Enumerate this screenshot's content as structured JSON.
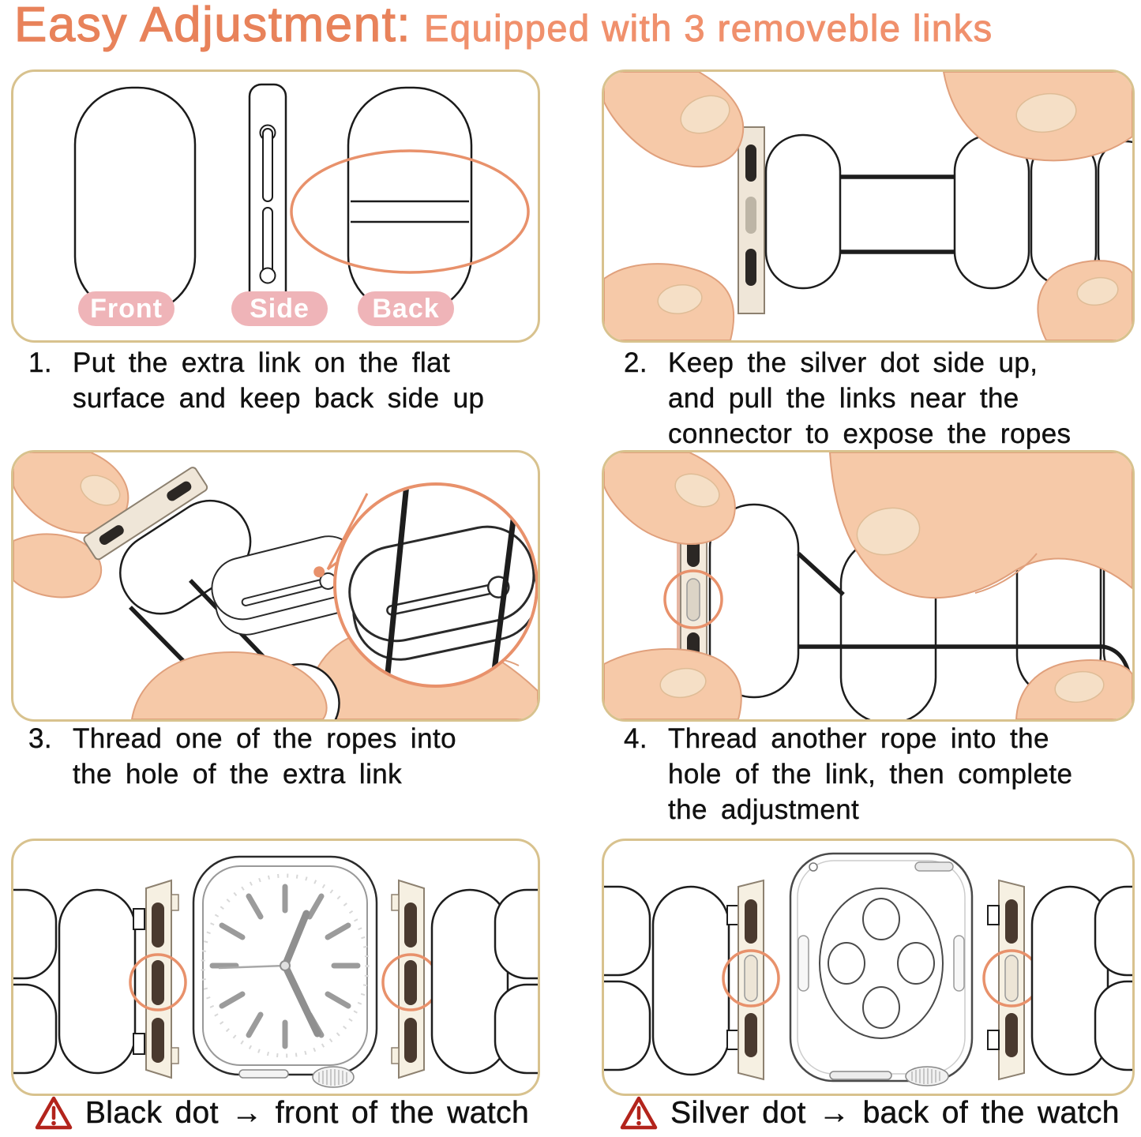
{
  "title": {
    "main": "Easy Adjustment:",
    "sub": "Equipped with 3 removeble links"
  },
  "view_labels": {
    "front": "Front",
    "side": "Side",
    "back": "Back"
  },
  "steps": [
    {
      "number": "1.",
      "text": "Put the extra link on the flat surface and keep back side up"
    },
    {
      "number": "2.",
      "text": "Keep the silver dot side up, and pull the links near the connector to expose the ropes"
    },
    {
      "number": "3.",
      "text": "Thread one of the ropes into the hole of the extra link"
    },
    {
      "number": "4.",
      "text": "Thread another rope into the hole of the link, then complete the adjustment"
    }
  ],
  "footnotes": [
    {
      "icon": "warning-triangle-icon",
      "text": "Black dot → front of the watch"
    },
    {
      "icon": "warning-triangle-icon",
      "text": "Silver dot → back of the watch"
    }
  ],
  "colors": {
    "title_orange": "#E8825A",
    "title_orange_light": "#F0906C",
    "panel_border_tan": "#D8C28E",
    "badge_pink": "#EFB4B8",
    "annotation_orange": "#E8916B",
    "warning_red": "#B3241C",
    "text_black": "#111111",
    "skin": "#F6C9A8",
    "link_outline": "#1D1D1D",
    "connector_ivory": "#F3EADC",
    "slot_dark": "#2B2724",
    "slot_silver": "#DCD4C6"
  }
}
